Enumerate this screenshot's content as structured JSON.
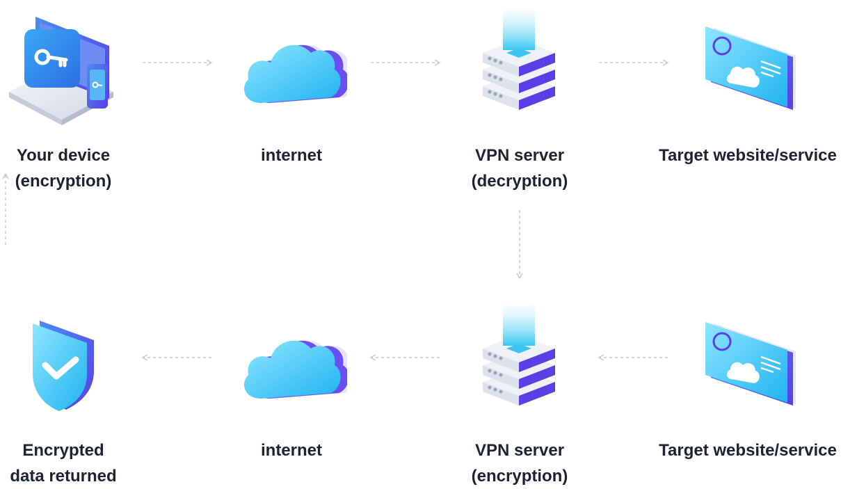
{
  "colors": {
    "label": "#1c2333",
    "arrow": "#c4c8cf",
    "cyan_light": "#8ee6ff",
    "cyan": "#29c1f3",
    "blue": "#2b7de9",
    "purple": "#5a3ee6"
  },
  "nodes": [
    {
      "id": "your-device",
      "icon": "laptop-key-icon",
      "lines": [
        "Your device",
        "(encryption)"
      ]
    },
    {
      "id": "internet-top",
      "icon": "cloud-icon",
      "lines": [
        "internet"
      ]
    },
    {
      "id": "vpn-server-top",
      "icon": "server-icon",
      "lines": [
        "VPN server",
        "(decryption)"
      ]
    },
    {
      "id": "target-top",
      "icon": "website-card-icon",
      "lines": [
        "Target website/service"
      ]
    },
    {
      "id": "target-bottom",
      "icon": "website-card-icon",
      "lines": [
        "Target website/service"
      ]
    },
    {
      "id": "vpn-server-bottom",
      "icon": "server-icon",
      "lines": [
        "VPN server",
        "(encryption)"
      ]
    },
    {
      "id": "internet-bottom",
      "icon": "cloud-icon",
      "lines": [
        "internet"
      ]
    },
    {
      "id": "encrypted-data",
      "icon": "shield-check-icon",
      "lines": [
        "Encrypted",
        "data returned"
      ]
    }
  ]
}
